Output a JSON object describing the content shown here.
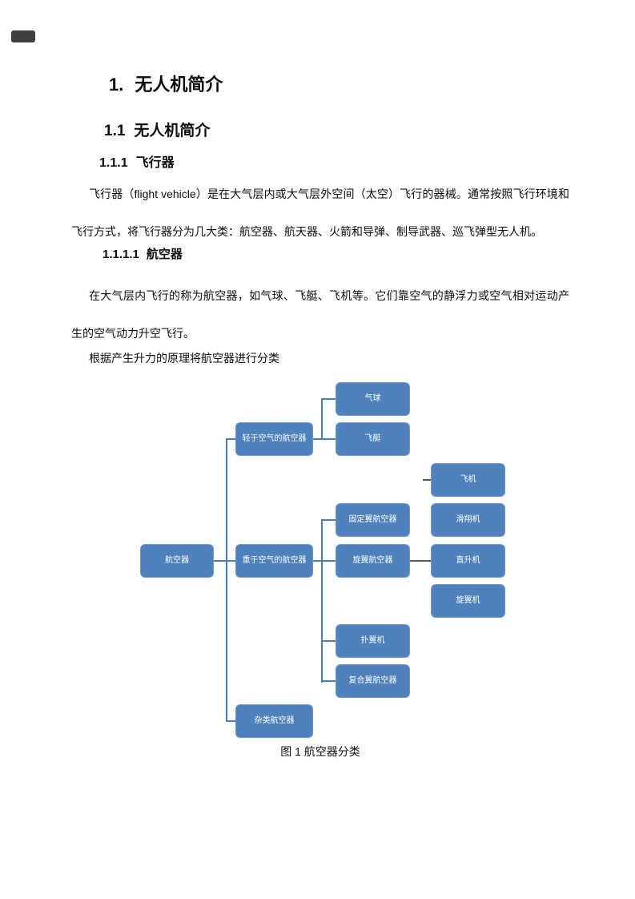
{
  "doc": {
    "headings": {
      "h1": {
        "number": "1.",
        "text": "无人机简介"
      },
      "h2": {
        "number": "1.1",
        "text": "无人机简介"
      },
      "h3": {
        "number": "1.1.1",
        "text": "飞行器"
      },
      "h4": {
        "number": "1.1.1.1",
        "text": "航空器"
      }
    },
    "paragraphs": {
      "p1": "飞行器（flight vehicle）是在大气层内或大气层外空间（太空）飞行的器械。通常按照飞行环境和飞行方式，将飞行器分为几大类：航空器、航天器、火箭和导弹、制导武器、巡飞弹型无人机。",
      "p2": "在大气层内飞行的称为航空器，如气球、飞艇、飞机等。它们靠空气的静浮力或空气相对运动产生的空气动力升空飞行。",
      "p3": "根据产生升力的原理将航空器进行分类"
    },
    "figure": {
      "caption": "图 1 航空器分类"
    }
  },
  "diagram": {
    "type": "tree",
    "title": "航空器分类",
    "nodes": {
      "aircraft": "航空器",
      "lighter": "轻于空气的航空器",
      "heavier": "重于空气的航空器",
      "misc": "杂类航空器",
      "balloon": "气球",
      "airship": "飞艇",
      "fixed_wing": "固定翼航空器",
      "rotary_wing": "旋翼航空器",
      "ornithopter": "扑翼机",
      "compound_wing": "复合翼航空器",
      "airplane": "飞机",
      "glider": "滑翔机",
      "helicopter": "直升机",
      "autogyro": "旋翼机"
    },
    "edges": [
      [
        "航空器",
        "轻于空气的航空器"
      ],
      [
        "航空器",
        "重于空气的航空器"
      ],
      [
        "航空器",
        "杂类航空器"
      ],
      [
        "轻于空气的航空器",
        "气球"
      ],
      [
        "轻于空气的航空器",
        "飞艇"
      ],
      [
        "重于空气的航空器",
        "固定翼航空器"
      ],
      [
        "重于空气的航空器",
        "旋翼航空器"
      ],
      [
        "重于空气的航空器",
        "扑翼机"
      ],
      [
        "重于空气的航空器",
        "复合翼航空器"
      ],
      [
        "固定翼航空器",
        "飞机"
      ],
      [
        "固定翼航空器",
        "滑翔机"
      ],
      [
        "旋翼航空器",
        "直升机"
      ],
      [
        "旋翼航空器",
        "旋翼机"
      ]
    ],
    "colors": {
      "node_fill": "#4F81BD",
      "node_border": "#6E99CC",
      "node_text": "#FFFFFF",
      "connector_blue": "#4A7EBB",
      "connector_gray": "#595959"
    }
  }
}
